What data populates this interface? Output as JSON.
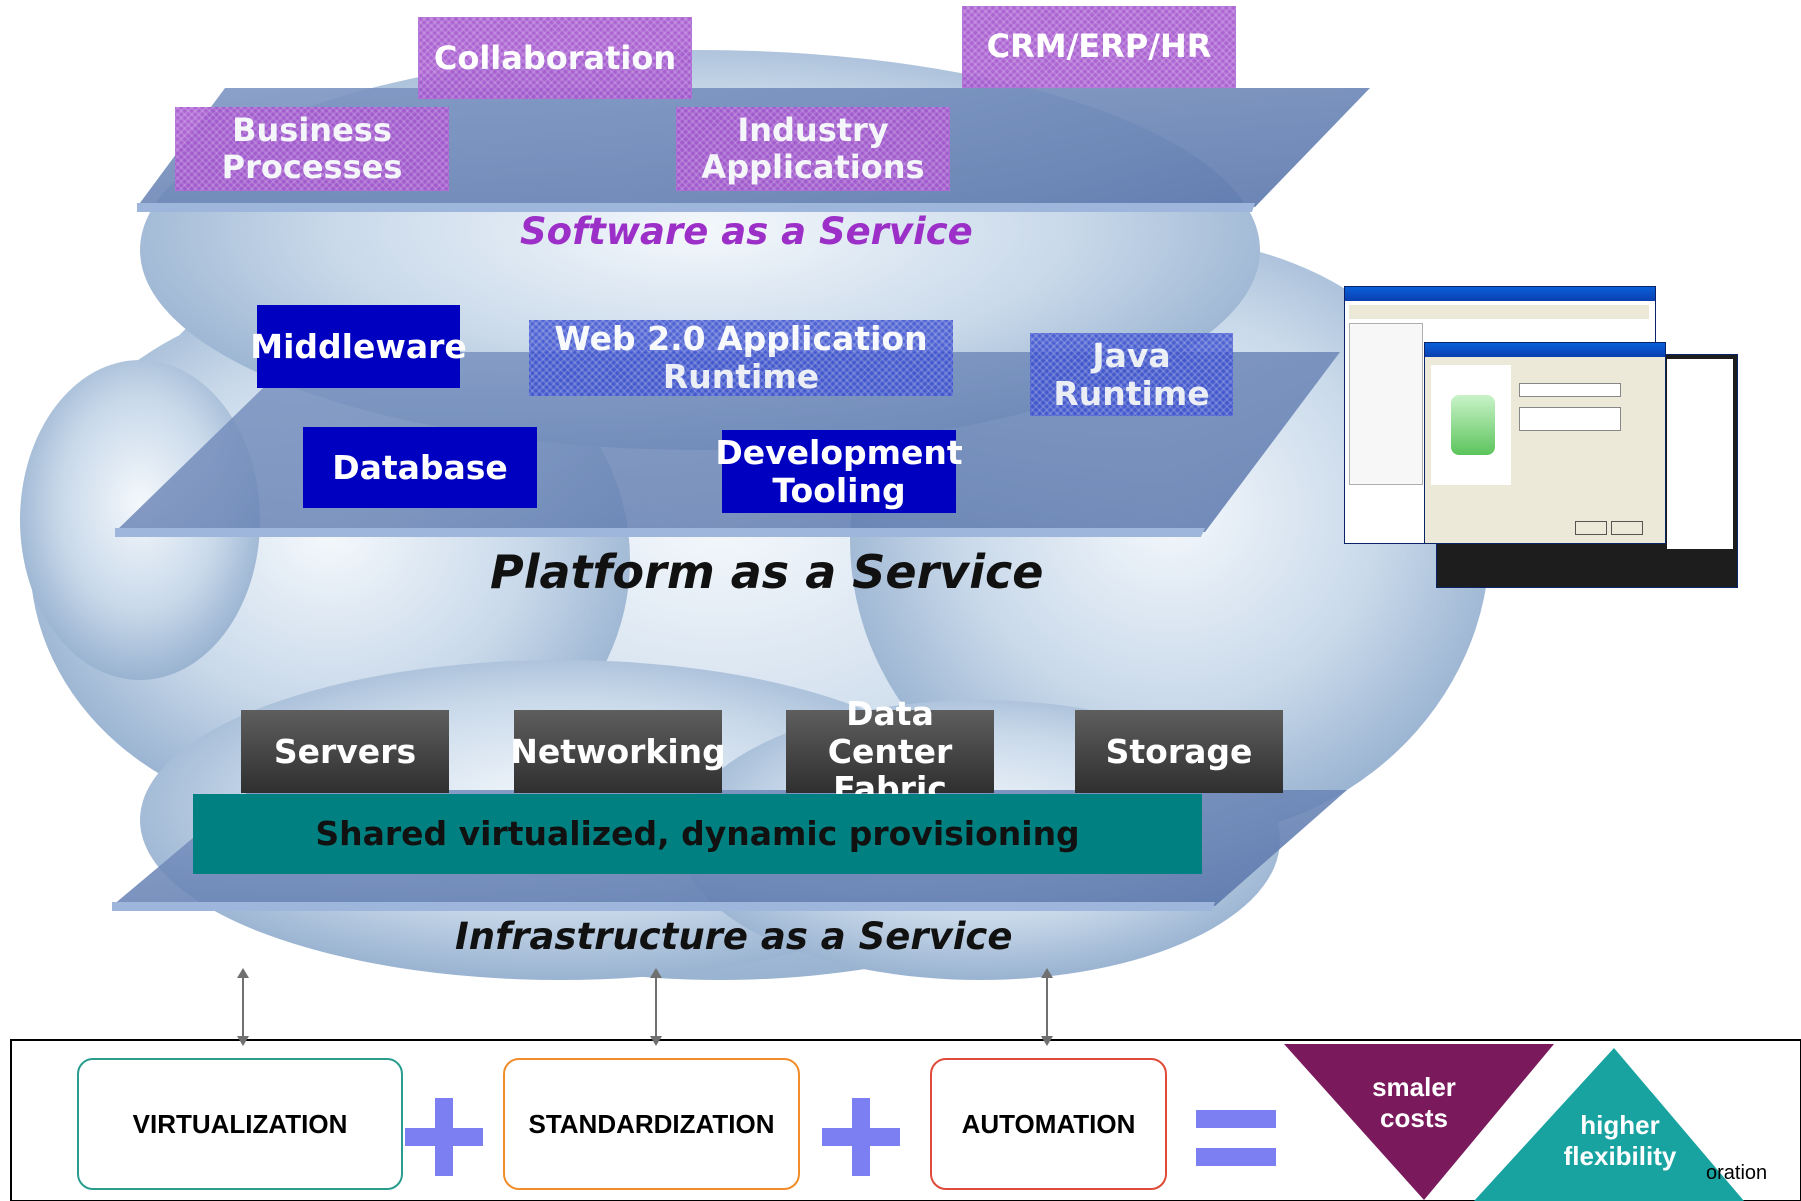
{
  "saas": {
    "title": "Software as a Service",
    "items": {
      "collaboration": "Collaboration",
      "crm": "CRM/ERP/HR",
      "business_processes": "Business\nProcesses",
      "industry_applications": "Industry\nApplications"
    }
  },
  "paas": {
    "title": "Platform as a Service",
    "items": {
      "middleware": "Middleware",
      "web20": "Web 2.0 Application\nRuntime",
      "java_runtime": "Java\nRuntime",
      "database": "Database",
      "development_tooling": "Development\nTooling"
    }
  },
  "iaas": {
    "title": "Infrastructure as a Service",
    "items": {
      "servers": "Servers",
      "networking": "Networking",
      "data_center_fabric": "Data Center\nFabric",
      "storage": "Storage"
    },
    "shared_bar": "Shared virtualized, dynamic provisioning"
  },
  "bottom": {
    "virtualization": "VIRTUALIZATION",
    "standardization": "STANDARDIZATION",
    "automation": "AUTOMATION",
    "smaller_costs": "smaler\ncosts",
    "higher_flexibility": "higher\nflexibility",
    "corner_text": "oration"
  },
  "colors": {
    "saas_title": "#9b2fc7",
    "saas_box": "#a657cf",
    "paas_box": "#0000c0",
    "iaas_bar": "#008080",
    "virtualization_border": "#2a9d8f",
    "standardization_border": "#f08c2a",
    "automation_border": "#e04a3a",
    "plus_equals": "#7b7ff2",
    "smaller_costs": "#7a1a5c",
    "higher_flexibility": "#18a3a0"
  }
}
